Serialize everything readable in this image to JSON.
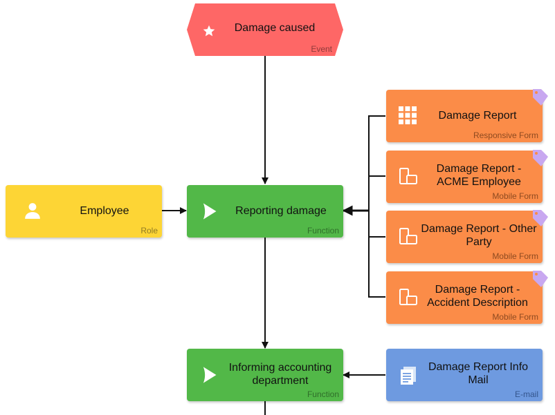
{
  "colors": {
    "event": "#fe6766",
    "role": "#fdd535",
    "function": "#52b848",
    "form": "#fb8c48",
    "email": "#6e9ae0",
    "connector": "#111111",
    "tag": "#c8a8f0"
  },
  "event": {
    "title": "Damage caused",
    "type": "Event",
    "icon": "star-icon"
  },
  "role": {
    "title": "Employee",
    "type": "Role",
    "icon": "person-icon"
  },
  "functions": [
    {
      "title": "Reporting damage",
      "type": "Function",
      "icon": "play-icon"
    },
    {
      "title": "Informing accounting department",
      "type": "Function",
      "icon": "play-icon"
    }
  ],
  "forms": [
    {
      "title": "Damage Report",
      "type": "Responsive Form",
      "icon": "grid-icon",
      "tag_icon": "tag-icon"
    },
    {
      "title": "Damage Report - ACME Employee",
      "type": "Mobile Form",
      "icon": "mobile-devices-icon",
      "tag_icon": "tag-icon"
    },
    {
      "title": "Damage Report - Other Party",
      "type": "Mobile Form",
      "icon": "mobile-devices-icon",
      "tag_icon": "tag-icon"
    },
    {
      "title": "Damage Report - Accident Description",
      "type": "Mobile Form",
      "icon": "mobile-devices-icon",
      "tag_icon": "tag-icon"
    }
  ],
  "email": {
    "title": "Damage Report Info Mail",
    "type": "E-mail",
    "icon": "document-icon"
  }
}
